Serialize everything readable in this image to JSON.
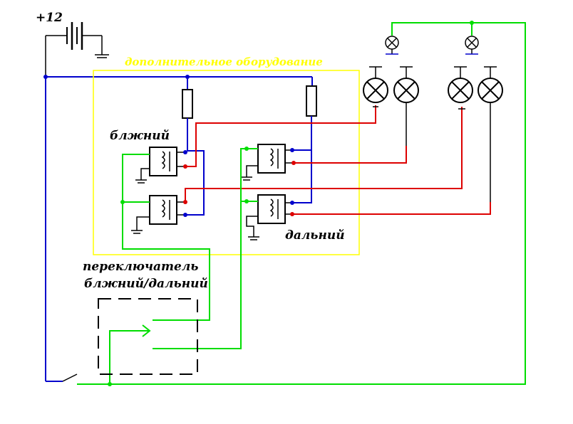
{
  "labels": {
    "supply": "+12",
    "extra_equipment": "дополнительное  оборудование",
    "low_beam": "блжний",
    "high_beam": "дальний",
    "switch_line1": "переключатель",
    "switch_line2": "блжний/дальний"
  },
  "colors": {
    "wire_black": "#000000",
    "wire_blue": "#0000cc",
    "wire_red": "#dd0000",
    "wire_green": "#00dd00",
    "frame_yellow": "#ffff00"
  }
}
